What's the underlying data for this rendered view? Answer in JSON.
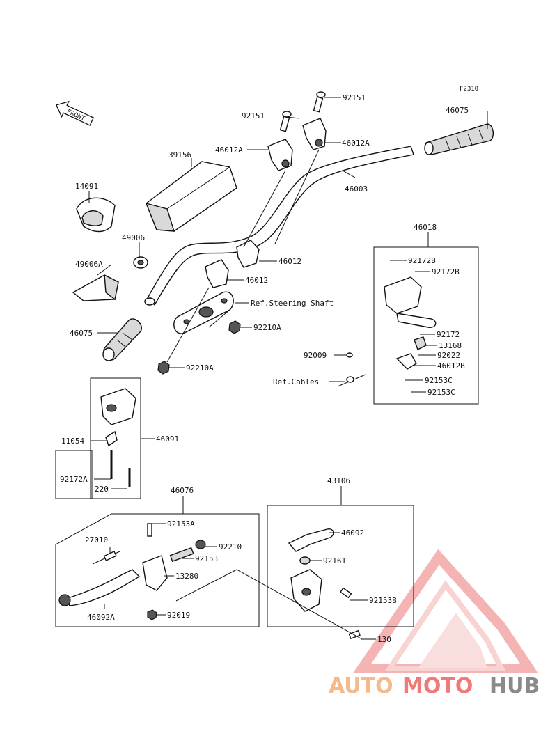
{
  "figure_code": "F2310",
  "front_label": "FRONT",
  "ref_labels": {
    "steering_shaft": "Ref.Steering Shaft",
    "cables": "Ref.Cables"
  },
  "parts": {
    "p92151_left": "92151",
    "p92151_right": "92151",
    "p46075_top": "46075",
    "p46012A_left": "46012A",
    "p46012A_right": "46012A",
    "p39156": "39156",
    "p46003": "46003",
    "p14091": "14091",
    "p49006": "49006",
    "p49006A": "49006A",
    "p46012_a": "46012",
    "p46012_b": "46012",
    "p46075_bottom": "46075",
    "p92210A_a": "92210A",
    "p92210A_b": "92210A",
    "p46018": "46018",
    "p92172B_a": "92172B",
    "p92172B_b": "92172B",
    "p92172": "92172",
    "p13168": "13168",
    "p92022": "92022",
    "p46012B": "46012B",
    "p92153C_a": "92153C",
    "p92153C_b": "92153C",
    "p92009": "92009",
    "p11054": "11054",
    "p46091": "46091",
    "p92172A": "92172A",
    "p220": "220",
    "p46076": "46076",
    "p92153A": "92153A",
    "p27010": "27010",
    "p92210": "92210",
    "p92153": "92153",
    "p13280": "13280",
    "p46092A": "46092A",
    "p92019": "92019",
    "p43106": "43106",
    "p46092": "46092",
    "p92161": "92161",
    "p92153B": "92153B",
    "p130": "130"
  },
  "watermark": {
    "part1": "AUTO",
    "part2": "MOTO",
    "part3": "HUB",
    "color_light": "#f5b98a",
    "color_red": "#f07a7a",
    "color_gray": "#8a8a8a"
  }
}
